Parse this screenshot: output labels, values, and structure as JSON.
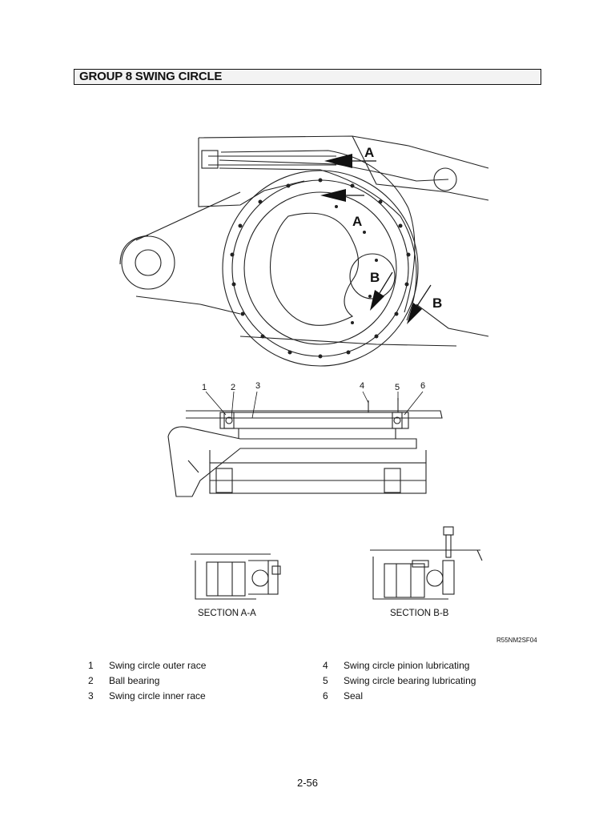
{
  "header": {
    "title": "GROUP  8  SWING CIRCLE"
  },
  "figure": {
    "view_letters": [
      "A",
      "A",
      "B",
      "B"
    ],
    "part_numbers": [
      "1",
      "2",
      "3",
      "4",
      "5",
      "6"
    ],
    "section_aa": "SECTION A-A",
    "section_bb": "SECTION B-B",
    "drawing_code": "R55NM2SF04"
  },
  "legend": {
    "left": [
      {
        "num": "1",
        "text": "Swing circle outer race"
      },
      {
        "num": "2",
        "text": "Ball bearing"
      },
      {
        "num": "3",
        "text": "Swing circle inner race"
      }
    ],
    "right": [
      {
        "num": "4",
        "text": "Swing circle pinion lubricating"
      },
      {
        "num": "5",
        "text": "Swing circle bearing lubricating"
      },
      {
        "num": "6",
        "text": "Seal"
      }
    ]
  },
  "footer": {
    "page_number": "2-56"
  }
}
